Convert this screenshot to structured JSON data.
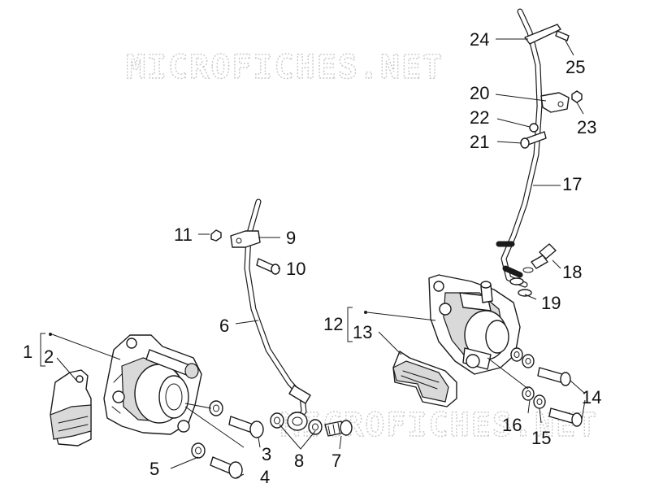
{
  "watermark": "MICROFICHES.NET",
  "callouts": {
    "c1": "1",
    "c2": "2",
    "c3": "3",
    "c4": "4",
    "c5": "5",
    "c6": "6",
    "c7": "7",
    "c8": "8",
    "c9": "9",
    "c10": "10",
    "c11": "11",
    "c12": "12",
    "c13": "13",
    "c14": "14",
    "c15": "15",
    "c16": "16",
    "c17": "17",
    "c18": "18",
    "c19": "19",
    "c20": "20",
    "c21": "21",
    "c22": "22",
    "c23": "23",
    "c24": "24",
    "c25": "25"
  },
  "colors": {
    "line": "#1a1a1a",
    "watermark": "#c8c8c8",
    "background": "#ffffff"
  }
}
